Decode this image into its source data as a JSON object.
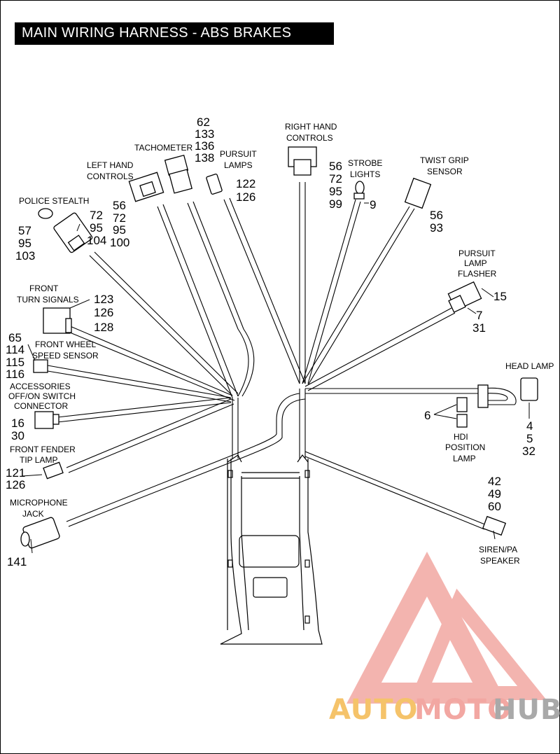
{
  "title": "MAIN WIRING HARNESS - ABS BRAKES",
  "labels": {
    "police_stealth": "POLICE STEALTH",
    "left_hand_controls_1": "LEFT HAND",
    "left_hand_controls_2": "CONTROLS",
    "tachometer": "TACHOMETER",
    "pursuit_lamps_1": "PURSUIT",
    "pursuit_lamps_2": "LAMPS",
    "right_hand_controls_1": "RIGHT HAND",
    "right_hand_controls_2": "CONTROLS",
    "strobe_lights_1": "STROBE",
    "strobe_lights_2": "LIGHTS",
    "twist_grip_sensor_1": "TWIST GRIP",
    "twist_grip_sensor_2": "SENSOR",
    "pursuit_lamp_flasher_1": "PURSUIT",
    "pursuit_lamp_flasher_2": "LAMP",
    "pursuit_lamp_flasher_3": "FLASHER",
    "front_turn_signals_1": "FRONT",
    "front_turn_signals_2": "TURN SIGNALS",
    "front_wheel_speed_sensor_1": "FRONT WHEEL",
    "front_wheel_speed_sensor_2": "SPEED SENSOR",
    "accessories_1": "ACCESSORIES",
    "accessories_2": "OFF/ON SWITCH",
    "accessories_3": "CONNECTOR",
    "front_fender_tip_lamp_1": "FRONT FENDER",
    "front_fender_tip_lamp_2": "TIP LAMP",
    "microphone_jack_1": "MICROPHONE",
    "microphone_jack_2": "JACK",
    "head_lamp": "HEAD LAMP",
    "hdi_position_lamp_1": "HDI",
    "hdi_position_lamp_2": "POSITION",
    "hdi_position_lamp_3": "LAMP",
    "siren_pa_speaker_1": "SIREN/PA",
    "siren_pa_speaker_2": "SPEAKER"
  },
  "callouts": {
    "tach_a": "62",
    "tach_b": "133",
    "tach_c": "136",
    "tach_d": "138",
    "lhc_a": "56",
    "lhc_b": "72",
    "lhc_c": "95",
    "lhc_d": "100",
    "ps_a": "72",
    "ps_b": "95",
    "ps_c": "104",
    "ps_d": "57",
    "ps_e": "95",
    "ps_f": "103",
    "pl_a": "122",
    "pl_b": "126",
    "rhc_a": "56",
    "rhc_b": "72",
    "rhc_c": "95",
    "rhc_d": "99",
    "strobe": "9",
    "tgs_a": "56",
    "tgs_b": "93",
    "plf_a": "15",
    "plf_b": "7",
    "plf_c": "31",
    "fts_a": "123",
    "fts_b": "126",
    "fts_c": "128",
    "fws_a": "65",
    "fws_b": "114",
    "fws_c": "115",
    "fws_d": "116",
    "acc_a": "16",
    "acc_b": "30",
    "fft_a": "121",
    "fft_b": "126",
    "mic": "141",
    "hdi": "6",
    "head_a": "4",
    "head_b": "5",
    "head_c": "32",
    "siren_a": "42",
    "siren_b": "49",
    "siren_c": "60"
  },
  "watermark": {
    "auto": "AUTO",
    "moto": "MOTO",
    "hub": "HUB",
    "color_auto": "#f5c36a",
    "color_moto": "#f2a7a2",
    "color_hub": "#a9a9a9"
  }
}
